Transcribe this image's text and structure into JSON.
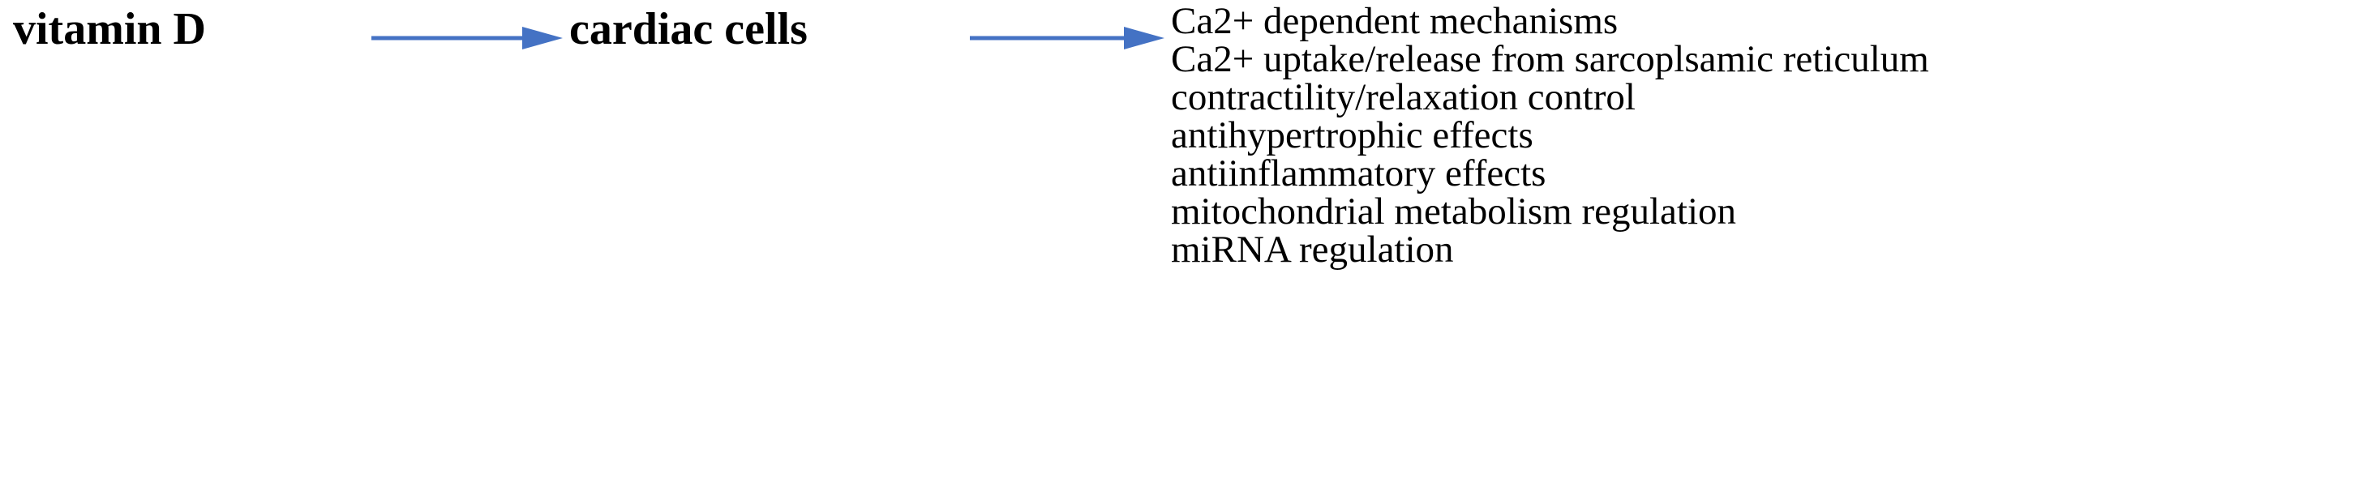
{
  "figure": {
    "background_color": "#ffffff",
    "arrow_color": "#4472c4",
    "text_color": "#000000"
  },
  "nodes": [
    {
      "id": "vitamin-d",
      "label": "vitamin D"
    },
    {
      "id": "cardiac-cells",
      "label": "cardiac cells"
    }
  ],
  "arrows": [
    {
      "id": "arrow-1",
      "from": "vitamin D",
      "to": "cardiac cells",
      "style": "solid-line-with-filled-head"
    },
    {
      "id": "arrow-2",
      "from": "cardiac cells",
      "to": "effects list",
      "style": "solid-line-with-filled-head"
    }
  ],
  "effects": {
    "items": [
      "Ca2+ dependent mechanisms",
      "Ca2+ uptake/release from sarcoplsamic reticulum",
      "contractility/relaxation control",
      "antihypertrophic effects",
      "antiinflammatory effects",
      "mitochondrial metabolism regulation",
      "miRNA regulation"
    ]
  }
}
